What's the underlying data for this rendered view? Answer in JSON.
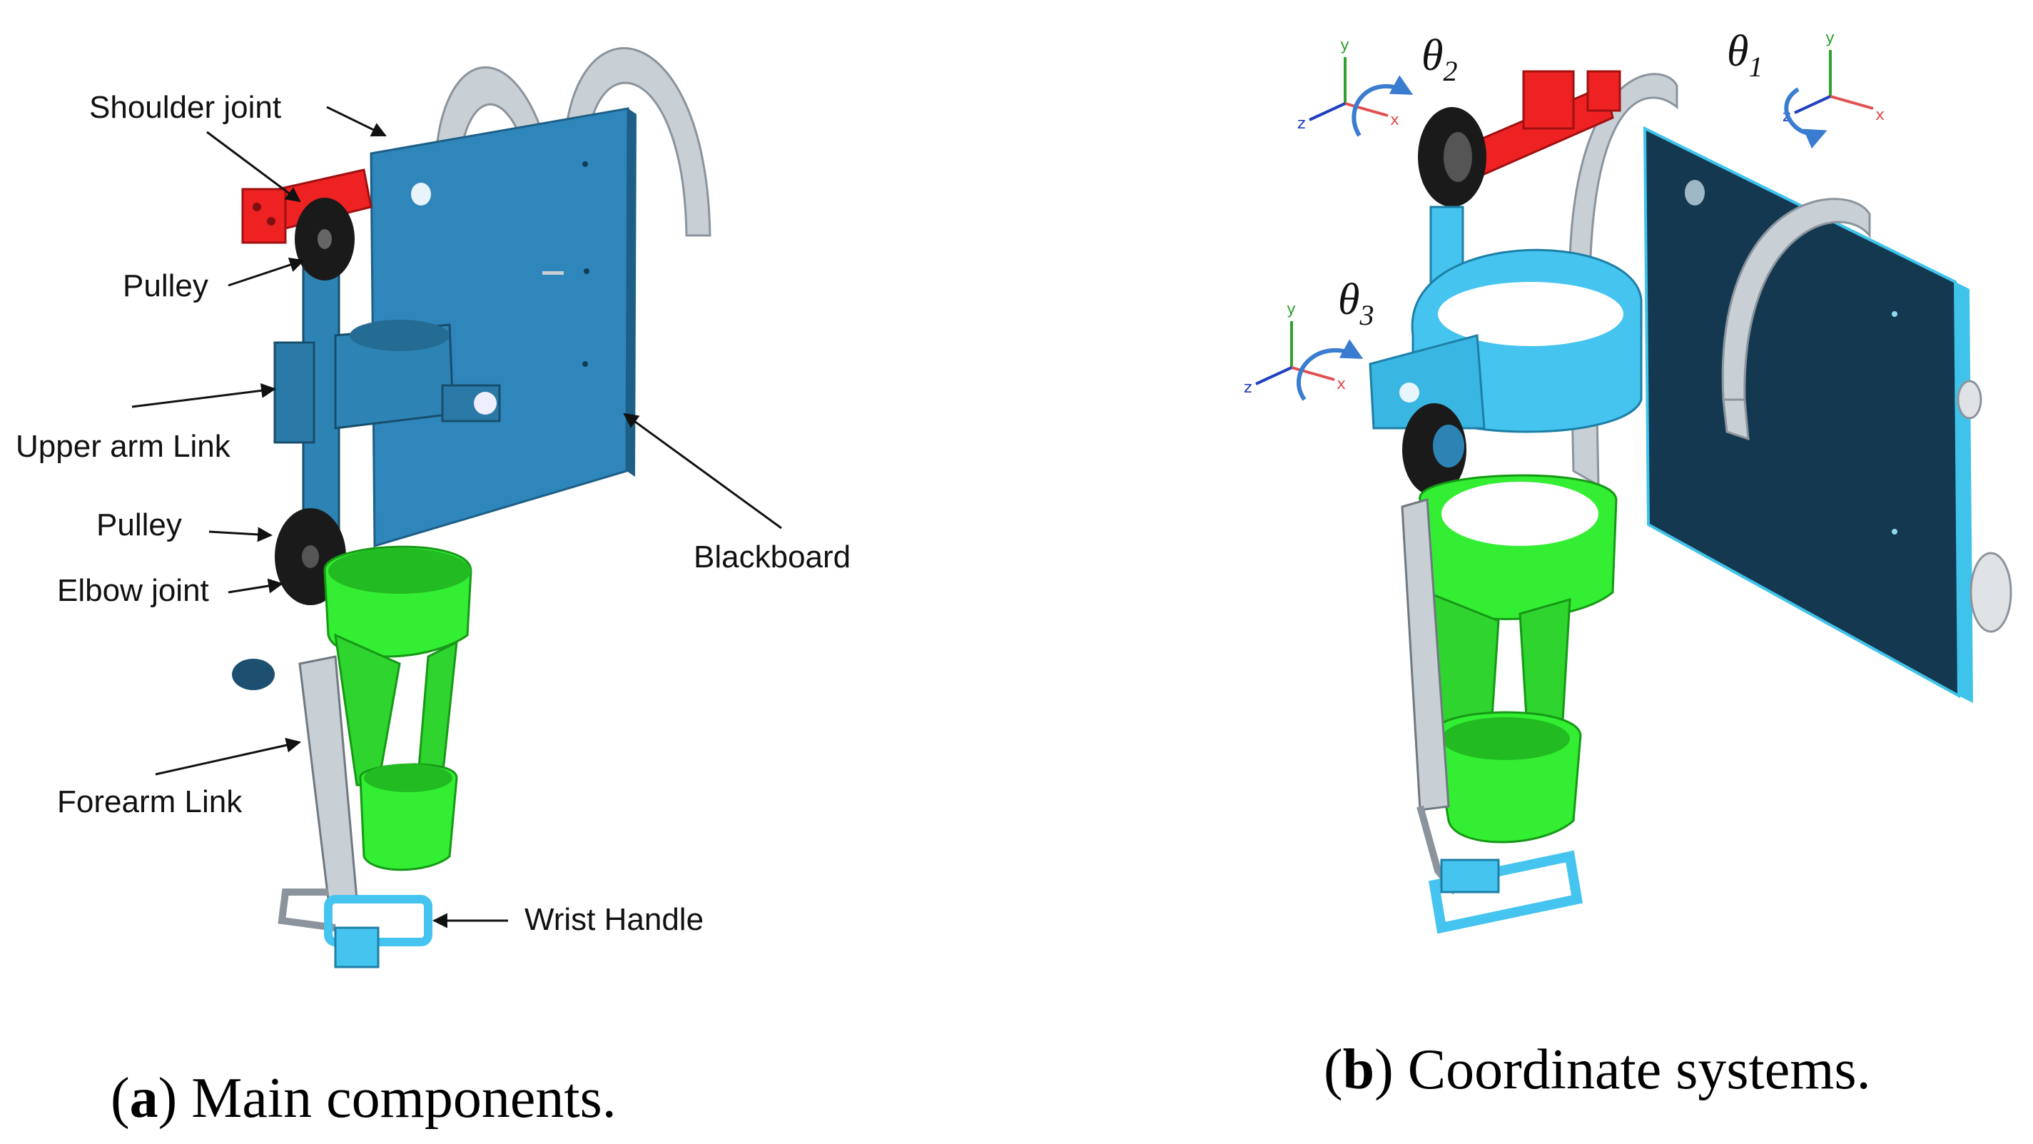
{
  "colors": {
    "blackboard_front": "#2f86bb",
    "blackboard_back": "#14384f",
    "blackboard_edge": "#3fc3ea",
    "shoulder_red": "#ee2222",
    "upper_arm_blue": "#2d84b4",
    "cuff_cyan": "#45c4f0",
    "forearm_green": "#33ee33",
    "strap_gray": "#c8cfd5",
    "pulley_black": "#1a1a1a",
    "axis_x": "#e05050",
    "axis_y": "#30a030",
    "axis_z": "#2040c0",
    "rotation_arrow": "#3a7cd0"
  },
  "panel_a": {
    "labels": {
      "shoulder_joint": "Shoulder joint",
      "pulley_top": "Pulley",
      "upper_arm_link": "Upper arm Link",
      "pulley_bottom": "Pulley",
      "elbow_joint": "Elbow joint",
      "forearm_link": "Forearm Link",
      "wrist_handle": "Wrist Handle",
      "blackboard": "Blackboard"
    },
    "caption": {
      "letter": "a",
      "text": " Main components."
    }
  },
  "panel_b": {
    "joints": [
      {
        "symbol": "θ",
        "subscript": "1"
      },
      {
        "symbol": "θ",
        "subscript": "2"
      },
      {
        "symbol": "θ",
        "subscript": "3"
      }
    ],
    "axis_labels": {
      "x": "x",
      "y": "y",
      "z": "z"
    },
    "caption": {
      "letter": "b",
      "text": " Coordinate systems."
    }
  }
}
